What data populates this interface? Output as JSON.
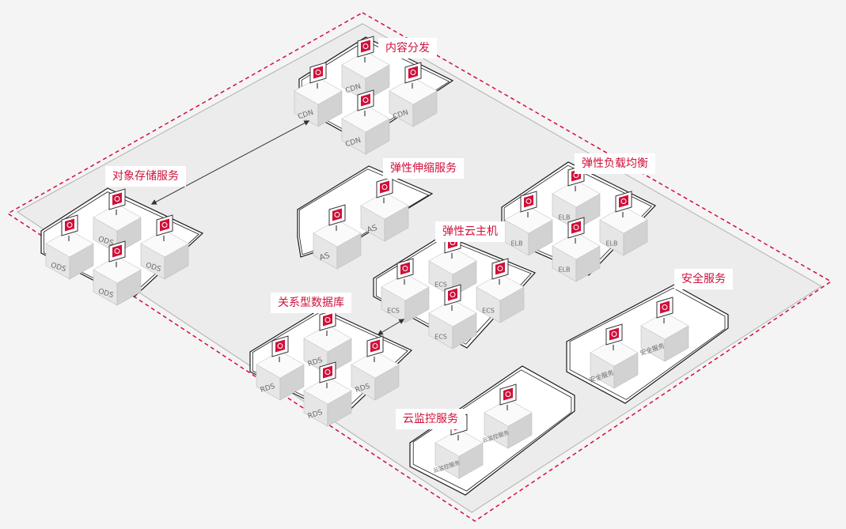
{
  "colors": {
    "accent": "#d0103a",
    "page_bg": "#f4f4f4",
    "region_fill": "#eeeeee",
    "group_fill": "#ffffff",
    "box_top": "#fafafa",
    "box_left": "#e6e6e6",
    "box_right": "#d2d2d2",
    "outline": "#1a1a1a"
  },
  "groups": [
    {
      "id": "cdn",
      "label": "内容分发",
      "box_label": "CDN",
      "icon": "cdn-icon",
      "count": 4
    },
    {
      "id": "ods",
      "label": "对象存储服务",
      "box_label": "ODS",
      "icon": "storage-icon",
      "count": 4
    },
    {
      "id": "as",
      "label": "弹性伸缩服务",
      "box_label": "AS",
      "icon": "auto-scaling-icon",
      "count": 2
    },
    {
      "id": "elb",
      "label": "弹性负载均衡",
      "box_label": "ELB",
      "icon": "load-balancer-icon",
      "count": 4
    },
    {
      "id": "ecs",
      "label": "弹性云主机",
      "box_label": "ECS",
      "icon": "cloud-server-icon",
      "count": 4
    },
    {
      "id": "rds",
      "label": "关系型数据库",
      "box_label": "RDS",
      "icon": "database-icon",
      "count": 4
    },
    {
      "id": "security",
      "label": "安全服务",
      "box_label": "安全服务",
      "icon": "security-icon",
      "count": 2
    },
    {
      "id": "monitor",
      "label": "云监控服务",
      "box_label": "云监控服务",
      "icon": "monitor-chart-icon",
      "count": 2
    }
  ],
  "connections": [
    {
      "from": "ods",
      "to": "cdn",
      "bidirectional": true
    },
    {
      "from": "rds",
      "to": "ecs",
      "bidirectional": true
    }
  ]
}
